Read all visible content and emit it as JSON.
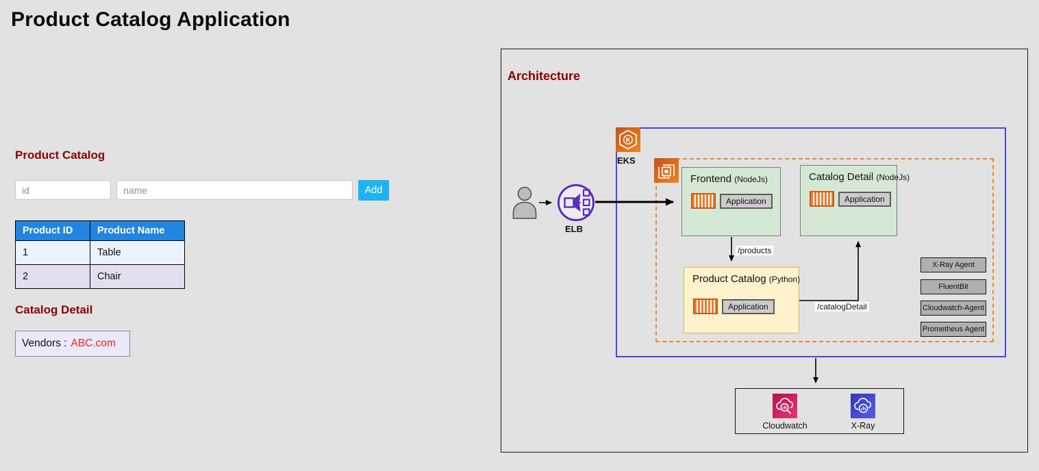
{
  "page": {
    "title": "Product Catalog Application"
  },
  "product_catalog": {
    "heading": "Product Catalog",
    "id_placeholder": "id",
    "name_placeholder": "name",
    "add_button": "Add",
    "table": {
      "headers": [
        "Product ID",
        "Product Name"
      ],
      "rows": [
        {
          "id": "1",
          "name": "Table"
        },
        {
          "id": "2",
          "name": "Chair"
        }
      ]
    }
  },
  "catalog_detail": {
    "heading": "Catalog Detail",
    "vendors_label": "Vendors :",
    "vendor_value": "ABC.com"
  },
  "architecture": {
    "heading": "Architecture",
    "elb_label": "ELB",
    "eks_label": "EKS",
    "nodes": {
      "frontend": {
        "title": "Frontend",
        "runtime": "(NodeJs)",
        "badge": "Application"
      },
      "catalog_detail": {
        "title": "Catalog Detail",
        "runtime": "(NodeJs)",
        "badge": "Application"
      },
      "product_catalog": {
        "title": "Product Catalog",
        "runtime": "(Python)",
        "badge": "Application"
      }
    },
    "edge_labels": {
      "products": "/products",
      "catalog_detail": "/catalogDetail"
    },
    "agents": [
      "X-Ray Agent",
      "FluentBit",
      "Cloudwatch-Agent",
      "Prometheus Agent"
    ],
    "monitoring": {
      "cloudwatch": "Cloudwatch",
      "xray": "X-Ray"
    }
  },
  "colors": {
    "heading_red": "#8b0000",
    "add_button_blue": "#1fb2f0",
    "table_header_blue": "#2285e2",
    "vendor_link_red": "#f3241c",
    "eks_cluster_border_blue": "#4545ea",
    "node_group_border_orange": "#ea8a2d",
    "green_node_bg": "#d5e8d4",
    "yellow_node_bg": "#fff2cc",
    "aws_orange": "#e07021",
    "elb_purple": "#5b2dbb",
    "cloudwatch_pink": "#cf1f60",
    "xray_indigo": "#4348c8"
  }
}
